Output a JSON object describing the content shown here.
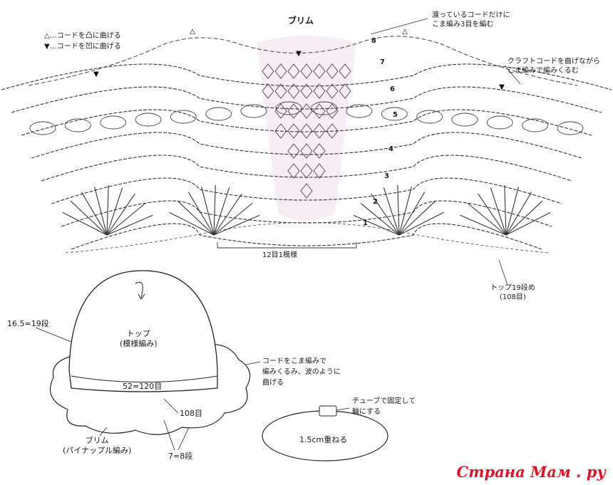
{
  "chart": {
    "title": "ブリム",
    "legend": [
      {
        "symbol": "△",
        "text": "…コードを凸に曲げる"
      },
      {
        "symbol": "▼",
        "text": "…コードを凹に曲げる"
      }
    ],
    "note_top_right": [
      "渡っているコードだけに",
      "こま編み3目を編む"
    ],
    "note_right": [
      "クラフトコードを曲げながら",
      "こま編みで編みくるむ"
    ],
    "row_numbers": [
      "1",
      "2",
      "3",
      "4",
      "5",
      "6",
      "7",
      "8"
    ],
    "repeat_label": "12目1模様",
    "top_row_label": [
      "トップ19段め",
      "(108目)"
    ]
  },
  "hat": {
    "height_label": "16.5=19段",
    "top_label": [
      "トップ",
      "(模様編み)"
    ],
    "circumference_label": "52=120目",
    "brim_count_label": "108目",
    "brim_label": [
      "ブリム",
      "(パイナップル編み)"
    ],
    "brim_rows_label": "7=8段",
    "cord_note": [
      "コードをこま編みで",
      "編みくるみ、波のように",
      "曲げる"
    ]
  },
  "ring": {
    "tube_note": [
      "チューブで固定して",
      "輪にする"
    ],
    "overlap_label": "1.5cm重ねる"
  },
  "watermark": "Страна Мам . ру"
}
